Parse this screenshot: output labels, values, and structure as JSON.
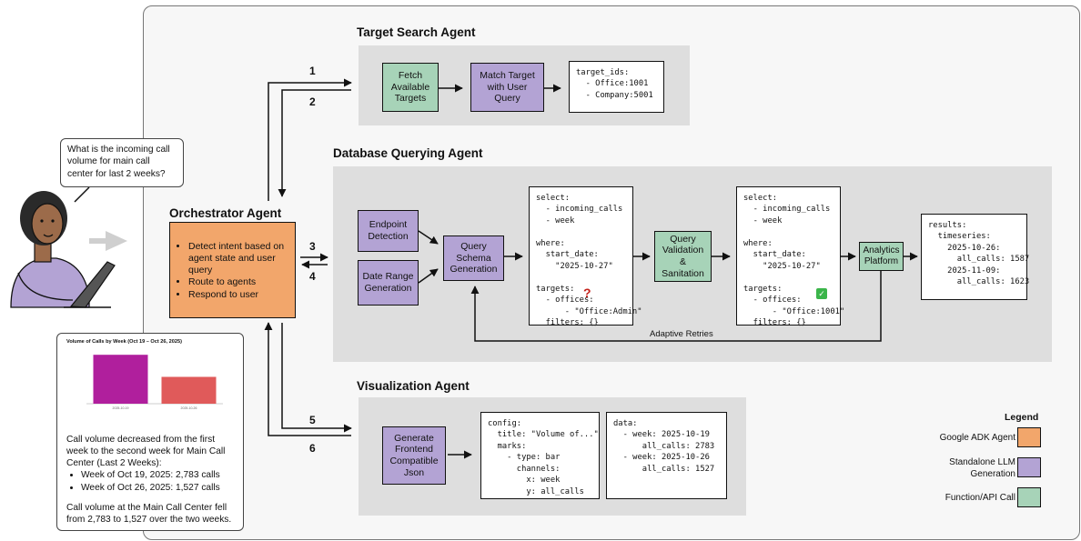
{
  "user": {
    "question": "What is the incoming call volume for main call center for last 2 weeks?"
  },
  "orchestrator": {
    "title": "Orchestrator Agent",
    "items": [
      "Detect intent based on agent state and user query",
      "Route to agents",
      "Respond to user"
    ]
  },
  "target_search": {
    "title": "Target Search Agent",
    "fetch": "Fetch Available Targets",
    "match": "Match Target with User Query",
    "code": "target_ids:\n  - Office:1001\n  - Company:5001"
  },
  "database": {
    "title": "Database Querying Agent",
    "endpoint": "Endpoint Detection",
    "date_range": "Date Range Generation",
    "schema": "Query Schema Generation",
    "validation": "Query Validation & Sanitation",
    "analytics": "Analytics Platform",
    "query_before": "select:\n  - incoming_calls\n  - week\n\nwhere:\n  start_date:\n    \"2025-10-27\"\n\ntargets:\n  - offices:\n      - \"Office:Admin\"\n  filters: {}",
    "query_after": "select:\n  - incoming_calls\n  - week\n\nwhere:\n  start_date:\n    \"2025-10-27\"\n\ntargets:\n  - offices:\n      - \"Office:1001\"\n  filters: {}",
    "results": "results:\n  timeseries:\n    2025-10-26:\n      all_calls: 1587\n    2025-11-09:\n      all_calls: 1623",
    "retry_label": "Adaptive Retries"
  },
  "visualization": {
    "title": "Visualization Agent",
    "generate": "Generate Frontend Compatible Json",
    "config": "config:\n  title: \"Volume of...\"\n  marks:\n    - type: bar\n      channels:\n        x: week\n        y: all_calls",
    "data": "data:\n  - week: 2025-10-19\n      all_calls: 2783\n  - week: 2025-10-26\n      all_calls: 1527"
  },
  "steps": [
    "1",
    "2",
    "3",
    "4",
    "5",
    "6"
  ],
  "response": {
    "chart_title": "Volume of Calls by Week (Oct 19 – Oct 26, 2025)",
    "chart": {
      "categories": [
        "2025-10-19",
        "2025-10-26"
      ],
      "values": [
        2783,
        1527
      ],
      "ylim": [
        0,
        3000
      ]
    },
    "summary": "Call volume decreased from the first week to the second week for Main Call Center (Last 2 Weeks):",
    "bullets": [
      "Week of Oct 19, 2025: 2,783 calls",
      "Week of Oct 26, 2025: 1,527 calls"
    ],
    "conclusion": "Call volume at the Main Call Center fell from 2,783 to 1,527 over the two weeks."
  },
  "legend": {
    "title": "Legend",
    "items": [
      {
        "label": "Google ADK Agent",
        "color": "#f2a66b"
      },
      {
        "label": "Standalone LLM Generation",
        "color": "#b3a3d4"
      },
      {
        "label": "Function/API Call",
        "color": "#a7d3b8"
      }
    ]
  }
}
